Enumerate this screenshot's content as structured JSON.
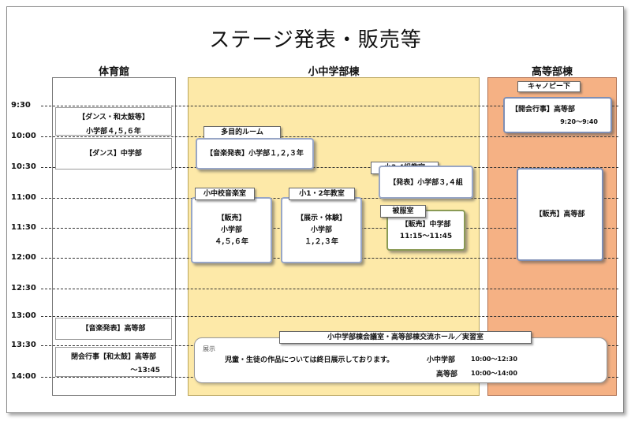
{
  "title": "ステージ発表・販売等",
  "columns": {
    "gym": "体育館",
    "middle": "小中学部棟",
    "high": "高等部棟"
  },
  "times": [
    "9:30",
    "10:00",
    "10:30",
    "11:00",
    "11:30",
    "12:00",
    "12:30",
    "13:00",
    "13:30",
    "14:00"
  ],
  "gym": {
    "dance_taiko": {
      "line1": "【ダンス・和太鼓等】",
      "line2": "小学部４,５,６年"
    },
    "dance_jhs": {
      "text": "【ダンス】中学部"
    },
    "music_high": {
      "text": "【音楽発表】高等部"
    },
    "closing": {
      "line1": "閉会行事【和太鼓】高等部",
      "line2": "～13:45"
    }
  },
  "middle": {
    "multipurpose_room": {
      "label": "多目的ルーム",
      "text": "【音楽発表】小学部１,２,３年"
    },
    "class34": {
      "label": "小3.4組教室",
      "text": "【発表】小学部３,４組"
    },
    "music_room": {
      "label": "小中校音楽室",
      "line1": "【販売】",
      "line2": "小学部",
      "line3": "４,５,６年"
    },
    "class12": {
      "label": "小1・2年教室",
      "line1": "【展示・体験】",
      "line2": "小学部",
      "line3": "１,２,３年"
    },
    "clothing_room": {
      "label": "被服室",
      "line1": "【販売】中学部",
      "line2": "11:15～11:45"
    },
    "exhibit": {
      "label": "小中学部棟会議室・高等部棟交流ホール／実習室",
      "logo_text": "展示",
      "line1": "児童・生徒の作品については終日展示しております。",
      "r1_name": "小中学部",
      "r1_time": "10:00～12:30",
      "r2_name": "高等部",
      "r2_time": "10:00～14:00"
    }
  },
  "high": {
    "canopy": {
      "label": "キャノピー下"
    },
    "opening": {
      "line1": "【開会行事】高等部",
      "line2": "9:20～9:40"
    },
    "sale": {
      "text": "【販売】高等部"
    }
  }
}
